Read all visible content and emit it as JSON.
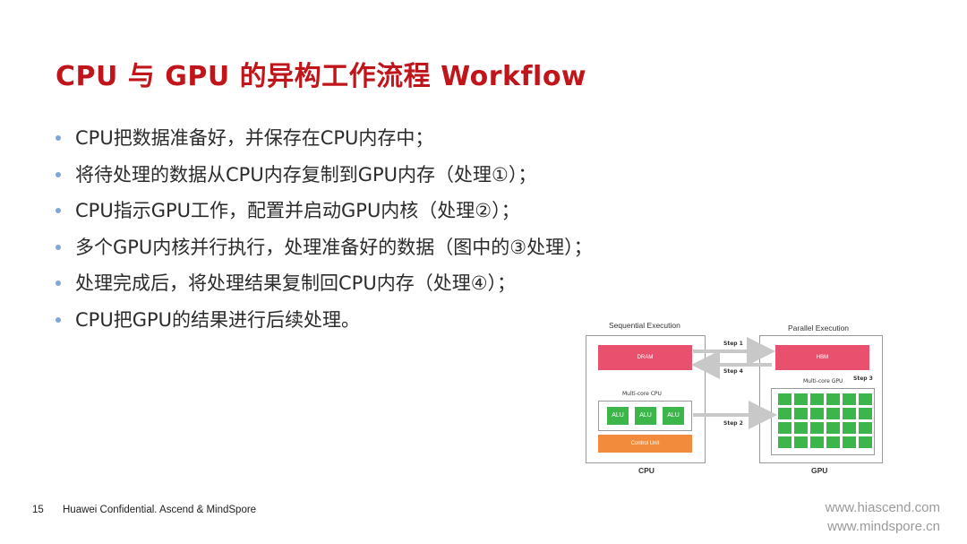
{
  "title": "CPU 与 GPU 的异构工作流程 Workflow",
  "bullets": [
    "CPU把数据准备好，并保存在CPU内存中；",
    "将待处理的数据从CPU内存复制到GPU内存（处理①）；",
    "CPU指示GPU工作，配置并启动GPU内核（处理②）；",
    "多个GPU内核并行执行，处理准备好的数据（图中的③处理）；",
    "处理完成后，将处理结果复制回CPU内存（处理④）；",
    "CPU把GPU的结果进行后续处理。"
  ],
  "diagram": {
    "left_title": "Sequential Execution",
    "right_title": "Parallel Execution",
    "dram": "DRAM",
    "hbm": "HBM",
    "multicore_cpu": "Multi-core CPU",
    "multicore_gpu": "Multi-core GPU",
    "alu": [
      "ALU",
      "ALU",
      "ALU"
    ],
    "control_unit": "Control Unit",
    "cpu_label": "CPU",
    "gpu_label": "GPU",
    "step1": "Step 1",
    "step2": "Step 2",
    "step3": "Step 3",
    "step4": "Step 4",
    "gpu_cores": 24,
    "colors": {
      "dram": "#e9506e",
      "alu": "#3cb54a",
      "control": "#f28c3c",
      "arrow": "#c8c8c8"
    }
  },
  "footer": {
    "page_number": "15",
    "confidential": "Huawei Confidential. Ascend & MindSpore",
    "url1": "www.hiascend.com",
    "url2": "www.mindspore.cn"
  },
  "colors": {
    "title": "#c0161b",
    "bullet_dot": "#7da7d9",
    "text": "#2b2b2b"
  }
}
